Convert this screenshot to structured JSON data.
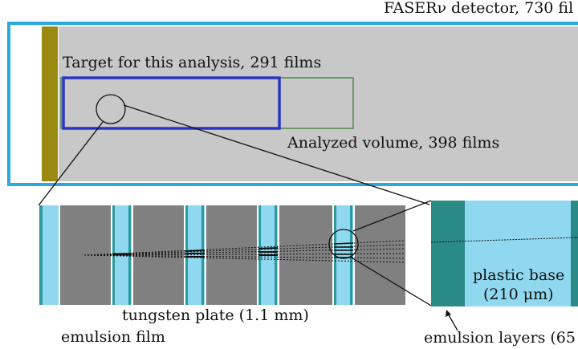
{
  "labels": {
    "detector": "FASERν detector, 730 fil",
    "target": "Target for this analysis, 291 films",
    "analyzed": "Analyzed volume, 398 films",
    "tungsten": "tungsten plate (1.1 mm)",
    "emulsion_film": "emulsion film",
    "plastic_base_line1": "plastic base",
    "plastic_base_line2": "(210 μm)",
    "emulsion_layers": "emulsion layers (65"
  },
  "colors": {
    "detector_frame": "#29a9e0",
    "detector_fill": "#c8c8c8",
    "end_plate": "#9a8a12",
    "target_box": "#2a35c4",
    "analyzed_box": "#3f8a3f",
    "tungsten": "#808080",
    "emulsion_film": "#8fd8f0",
    "emulsion_layer": "#2a9aa0",
    "plastic_base": "#8fd8f0",
    "emulsion_layer_zoom": "#2a8a86"
  }
}
